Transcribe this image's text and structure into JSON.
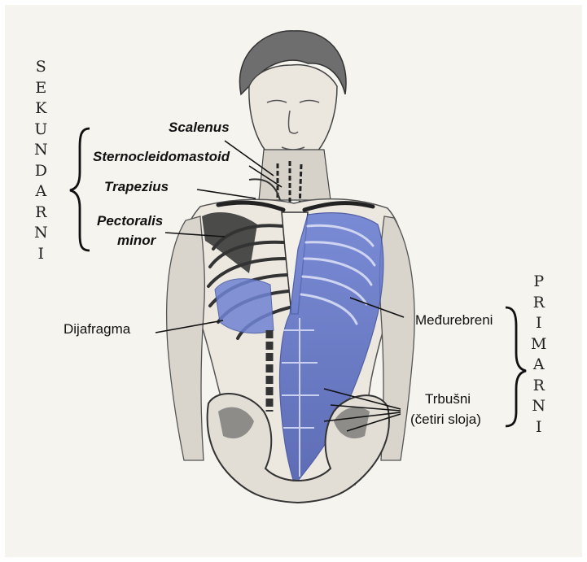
{
  "groups": {
    "secondary": {
      "heading": "SEKUNDARNI"
    },
    "primary": {
      "heading": "PRIMARNI"
    }
  },
  "labels": {
    "scalenus": "Scalenus",
    "sternocleidomastoid": "Sternocleidomastoid",
    "trapezius": "Trapezius",
    "pectoralis_line1": "Pectoralis",
    "pectoralis_line2": "minor",
    "dijafragma": "Dijafragma",
    "medurebreni": "Međurebreni",
    "trbusni_line1": "Trbušni",
    "trbusni_line2": "(četiri sloja)"
  },
  "colors": {
    "background": "#f6f4ee",
    "pencil": "#3a3a3a",
    "muscle_blue": "#5b6fc4",
    "ink": "#111111"
  }
}
